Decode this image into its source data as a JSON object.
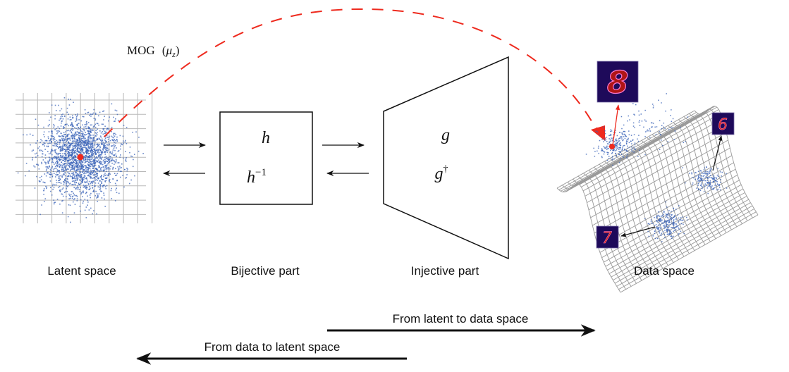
{
  "diagram": {
    "mog_label": {
      "text": "MOG",
      "symbol": "μ",
      "subscript": "z"
    },
    "stages": [
      {
        "id": "latent",
        "caption": "Latent space"
      },
      {
        "id": "bijective",
        "caption": "Bijective part",
        "forward_fn": "h",
        "inverse_fn": "h",
        "inverse_sup": "−1"
      },
      {
        "id": "injective",
        "caption": "Injective part",
        "forward_fn": "g",
        "inverse_fn": "g",
        "inverse_sup": "†"
      },
      {
        "id": "data",
        "caption": "Data space"
      }
    ],
    "digit_samples": [
      "8",
      "6",
      "7"
    ],
    "direction_arrows": {
      "forward": "From latent to data space",
      "backward": "From data to latent space"
    },
    "colors": {
      "points": "#3a63b8",
      "highlight": "#ee2a1e",
      "grid": "#b9b9b9",
      "mesh": "#9a9a9a",
      "digit_bg": "#1e0a5a",
      "digit_stroke": "#d42a1a"
    }
  }
}
